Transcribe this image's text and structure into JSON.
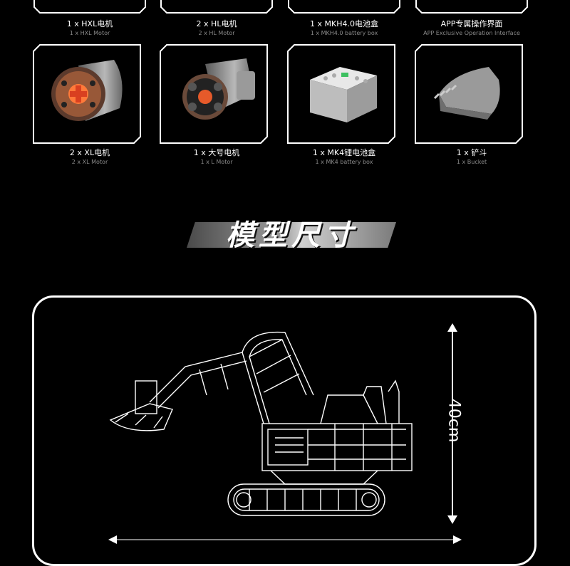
{
  "top_row": [
    {
      "cn": "1 x HXL电机",
      "en": "1 x HXL  Motor"
    },
    {
      "cn": "2 x HL电机",
      "en": "2 x HL  Motor"
    },
    {
      "cn": "1 x MKH4.0电池盒",
      "en": "1 x MKH4.0 battery box"
    },
    {
      "cn": "APP专属操作界面",
      "en": "APP Exclusive Operation Interface"
    }
  ],
  "mid_row": [
    {
      "cn": "2 x XL电机",
      "en": "2 x XL  Motor",
      "icon": "xl-motor-icon"
    },
    {
      "cn": "1 x 大号电机",
      "en": "1 x L  Motor",
      "icon": "l-motor-icon"
    },
    {
      "cn": "1 x MK4锂电池盒",
      "en": "1 x MK4 battery box",
      "icon": "battery-box-icon"
    },
    {
      "cn": "1 x 铲斗",
      "en": "1 x Bucket",
      "icon": "bucket-icon"
    }
  ],
  "section": {
    "title": "模型尺寸"
  },
  "dimension": {
    "height": "40cm"
  }
}
